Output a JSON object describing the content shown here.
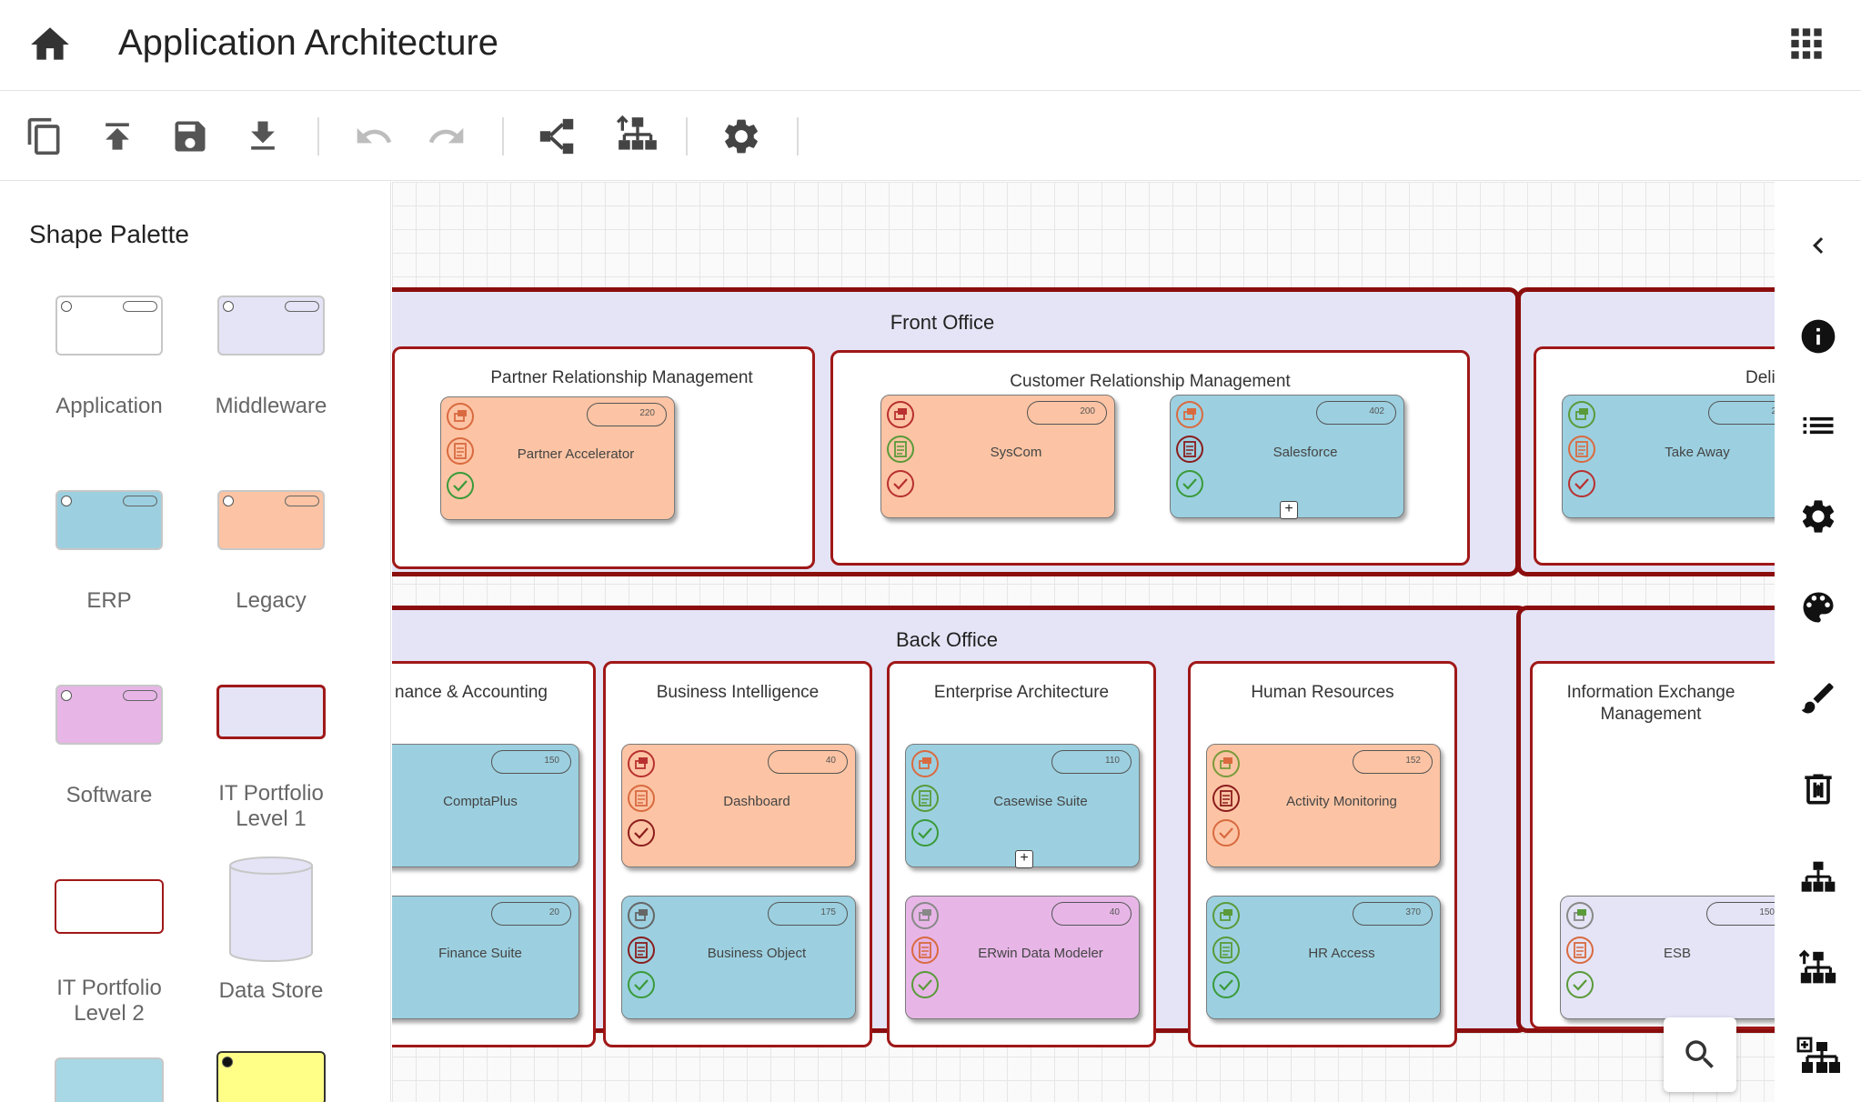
{
  "header": {
    "title": "Application Architecture",
    "home_icon": "home-icon",
    "apps_icon": "apps-grid-icon"
  },
  "toolbar": {
    "buttons": [
      "copy-icon",
      "upload-icon",
      "save-icon",
      "download-icon",
      "undo-icon",
      "redo-icon",
      "share-diagram-icon",
      "hierarchy-up-icon",
      "settings-icon"
    ]
  },
  "palette": {
    "title": "Shape Palette",
    "items": [
      {
        "label": "Application",
        "color": "#ffffff"
      },
      {
        "label": "Middleware",
        "color": "#e4e4f6"
      },
      {
        "label": "ERP",
        "color": "#9cd0e0"
      },
      {
        "label": "Legacy",
        "color": "#fcc4a4"
      },
      {
        "label": "Software",
        "color": "#e7b6e7"
      },
      {
        "label": "IT Portfolio Level 1",
        "color": "#e4e4f6"
      },
      {
        "label": "IT Portfolio Level 2",
        "color": "#ffffff"
      },
      {
        "label": "Data Store",
        "color": "#e4e4f6"
      }
    ]
  },
  "canvas": {
    "groups": [
      {
        "title": "Front Office"
      },
      {
        "title": "Back Office"
      }
    ],
    "front_right_title": "Deli",
    "subgroups": {
      "prm": "Partner Relationship Management",
      "crm": "Customer Relationship Management",
      "fin": "nance & Accounting",
      "bi": "Business Intelligence",
      "ea": "Enterprise Architecture",
      "hr": "Human Resources",
      "iem": "Information Exchange Management"
    },
    "apps": {
      "partner_accelerator": {
        "name": "Partner Accelerator",
        "count": "220"
      },
      "syscom": {
        "name": "SysCom",
        "count": "200"
      },
      "salesforce": {
        "name": "Salesforce",
        "count": "402"
      },
      "take_away": {
        "name": "Take Away",
        "count": "2"
      },
      "comptaplus": {
        "name": "ComptaPlus",
        "count": "150"
      },
      "finance_suite": {
        "name": "Finance Suite",
        "count": "20"
      },
      "dashboard": {
        "name": "Dashboard",
        "count": "40"
      },
      "business_object": {
        "name": "Business Object",
        "count": "175"
      },
      "casewise": {
        "name": "Casewise Suite",
        "count": "110"
      },
      "erwin": {
        "name": "ERwin Data Modeler",
        "count": "40"
      },
      "activity_monitoring": {
        "name": "Activity Monitoring",
        "count": "152"
      },
      "hr_access": {
        "name": "HR Access",
        "count": "370"
      },
      "esb": {
        "name": "ESB",
        "count": "150"
      }
    }
  },
  "rail": {
    "buttons": [
      "collapse-chevron-icon",
      "info-icon",
      "list-icon",
      "settings-icon",
      "palette-icon",
      "brush-icon",
      "delete-icon",
      "hierarchy-icon",
      "hierarchy-up-icon",
      "hierarchy-add-icon"
    ]
  },
  "zoom": {
    "icon": "search-icon"
  }
}
